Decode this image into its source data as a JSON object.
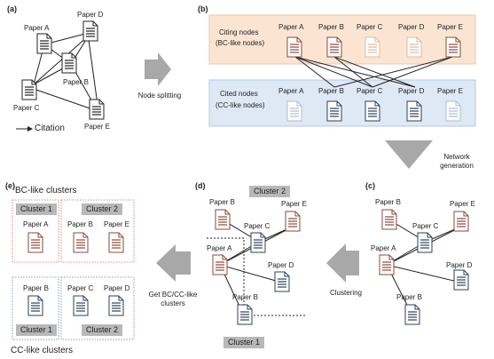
{
  "sections": {
    "a": "(a)",
    "b": "(b)",
    "c": "(c)",
    "d": "(d)",
    "e": "(e)"
  },
  "papers": {
    "A": "Paper A",
    "B": "Paper B",
    "C": "Paper C",
    "D": "Paper D",
    "E": "Paper E"
  },
  "panel_a": {
    "citation_label": "Citation"
  },
  "panel_b": {
    "citing_label_1": "Citing nodes",
    "citing_label_2": "(BC-like nodes)",
    "cited_label_1": "Cited nodes",
    "cited_label_2": "(CC-like nodes)"
  },
  "arrows": {
    "node_splitting": "Node splitting",
    "network_generation_1": "Network",
    "network_generation_2": "generation",
    "clustering": "Clustering",
    "get_clusters_1": "Get BC/CC-like",
    "get_clusters_2": "clusters"
  },
  "clusters": {
    "cluster1": "Cluster 1",
    "cluster2": "Cluster 2"
  },
  "panel_e": {
    "bc_title": "BC-like clusters",
    "cc_title": "CC-like clusters"
  },
  "colors": {
    "bc_fill": "#fbe5d2",
    "cc_fill": "#dfe8f5",
    "bc_icon": "#8a4a3a",
    "cc_icon": "#2e4057",
    "faded_bc": "#e3b99c",
    "faded_cc": "#aebdd4",
    "arrow_gray": "#a8a8a8",
    "badge_gray": "#b8b8b8"
  }
}
